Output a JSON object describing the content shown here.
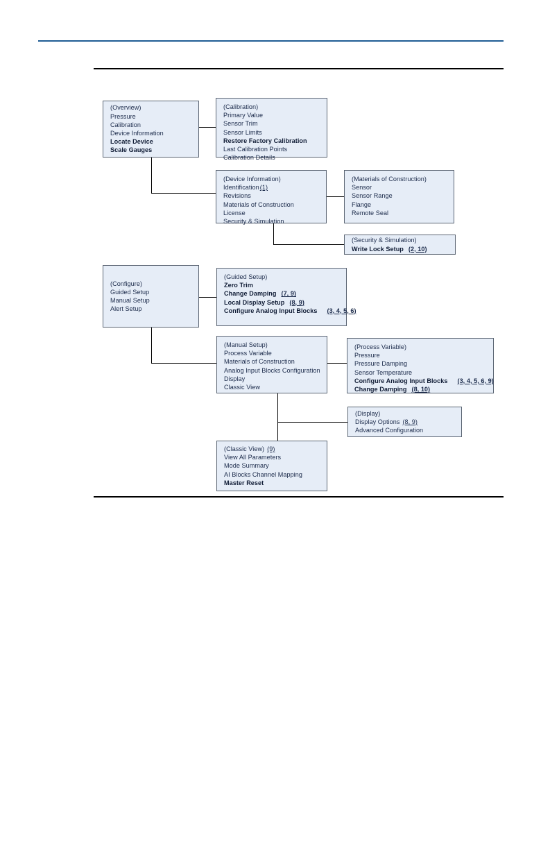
{
  "page": {
    "title": "Device Menu Tree",
    "rules": {
      "top_accent_color": "#1f5c94",
      "body_rule_color": "#000000"
    },
    "colors": {
      "node_fill": "#e6edf7",
      "node_border": "#5a6472",
      "text": "#1b2a4a",
      "accent": "#1f5c94"
    }
  },
  "nodes": {
    "overview": {
      "name": "Overview",
      "header": "(Overview)",
      "items": [
        {
          "label": "Pressure",
          "bold": false,
          "ref": ""
        },
        {
          "label": "Calibration",
          "bold": false,
          "ref": ""
        },
        {
          "label": "Device Information",
          "bold": false,
          "ref": ""
        },
        {
          "label": "Locate Device",
          "bold": true,
          "ref": ""
        },
        {
          "label": "Scale Gauges",
          "bold": true,
          "ref": ""
        }
      ]
    },
    "calibration": {
      "name": "Calibration",
      "header": "(Calibration)",
      "items": [
        {
          "label": "Primary Value",
          "bold": false,
          "ref": ""
        },
        {
          "label": "Sensor Trim",
          "bold": false,
          "ref": ""
        },
        {
          "label": "Sensor Limits",
          "bold": false,
          "ref": ""
        },
        {
          "label": "Restore Factory Calibration",
          "bold": true,
          "ref": ""
        },
        {
          "label": "Last Calibration Points",
          "bold": false,
          "ref": ""
        },
        {
          "label": "Calibration Details",
          "bold": false,
          "ref": ""
        }
      ]
    },
    "device_information": {
      "name": "Device Information",
      "header": "(Device Information)",
      "items": [
        {
          "label": "Identification",
          "bold": false,
          "ref": "(1)"
        },
        {
          "label": "Revisions",
          "bold": false,
          "ref": ""
        },
        {
          "label": "Materials of Construction",
          "bold": false,
          "ref": ""
        },
        {
          "label": "License",
          "bold": false,
          "ref": ""
        },
        {
          "label": "Security  &  Simulation",
          "bold": false,
          "ref": ""
        }
      ]
    },
    "materials_of_construction": {
      "name": "Materials of Construction",
      "header": "(Materials of Construction)",
      "items": [
        {
          "label": "Sensor",
          "bold": false,
          "ref": ""
        },
        {
          "label": "Sensor Range",
          "bold": false,
          "ref": ""
        },
        {
          "label": "Flange",
          "bold": false,
          "ref": ""
        },
        {
          "label": "Remote Seal",
          "bold": false,
          "ref": ""
        }
      ]
    },
    "security_simulation": {
      "name": "Security & Simulation",
      "header": "(Security & Simulation)",
      "items": [
        {
          "label": "Write Lock Setup",
          "bold": true,
          "ref": "(2, 10)"
        }
      ]
    },
    "configure": {
      "name": "Configure",
      "header": "(Configure)",
      "items": [
        {
          "label": "Guided Setup",
          "bold": false,
          "ref": ""
        },
        {
          "label": "Manual Setup",
          "bold": false,
          "ref": ""
        },
        {
          "label": "Alert Setup",
          "bold": false,
          "ref": ""
        }
      ]
    },
    "guided_setup": {
      "name": "Guided Setup",
      "header": "(Guided Setup)",
      "items": [
        {
          "label": "Zero Trim",
          "bold": true,
          "ref": ""
        },
        {
          "label": "Change Damping",
          "bold": true,
          "ref": "(7, 9)"
        },
        {
          "label": "Local Display Setup",
          "bold": true,
          "ref": "(8, 9)"
        },
        {
          "label": "Configure Analog Input Blocks",
          "bold": true,
          "ref": "(3, 4, 5, 6)"
        }
      ]
    },
    "manual_setup": {
      "name": "Manual Setup",
      "header": "(Manual Setup)",
      "items": [
        {
          "label": "Process Variable",
          "bold": false,
          "ref": ""
        },
        {
          "label": "Materials of Construction",
          "bold": false,
          "ref": ""
        },
        {
          "label": "Analog Input Blocks Configuration",
          "bold": false,
          "ref": ""
        },
        {
          "label": "Display",
          "bold": false,
          "ref": ""
        },
        {
          "label": "Classic View",
          "bold": false,
          "ref": ""
        }
      ]
    },
    "process_variable": {
      "name": "Process Variable",
      "header": "(Process Variable)",
      "items": [
        {
          "label": "Pressure",
          "bold": false,
          "ref": ""
        },
        {
          "label": "Pressure Damping",
          "bold": false,
          "ref": ""
        },
        {
          "label": "Sensor Temperature",
          "bold": false,
          "ref": ""
        },
        {
          "label": "Configure Analog Input Blocks",
          "bold": true,
          "ref": "(3, 4, 5, 6, 9)"
        },
        {
          "label": "Change Damping",
          "bold": true,
          "ref": "(8, 10)"
        }
      ]
    },
    "display": {
      "name": "Display",
      "header": "(Display)",
      "items": [
        {
          "label": "Display Options",
          "bold": false,
          "ref": "(8, 9)"
        },
        {
          "label": "Advanced Configuration",
          "bold": false,
          "ref": ""
        }
      ]
    },
    "classic_view": {
      "name": "Classic View",
      "header": "(Classic View)",
      "header_ref": "(9)",
      "items": [
        {
          "label": "View All Parameters",
          "bold": false,
          "ref": ""
        },
        {
          "label": "Mode Summary",
          "bold": false,
          "ref": ""
        },
        {
          "label": "AI Blocks Channel Mapping",
          "bold": false,
          "ref": ""
        },
        {
          "label": "Master Reset",
          "bold": true,
          "ref": ""
        }
      ]
    }
  }
}
